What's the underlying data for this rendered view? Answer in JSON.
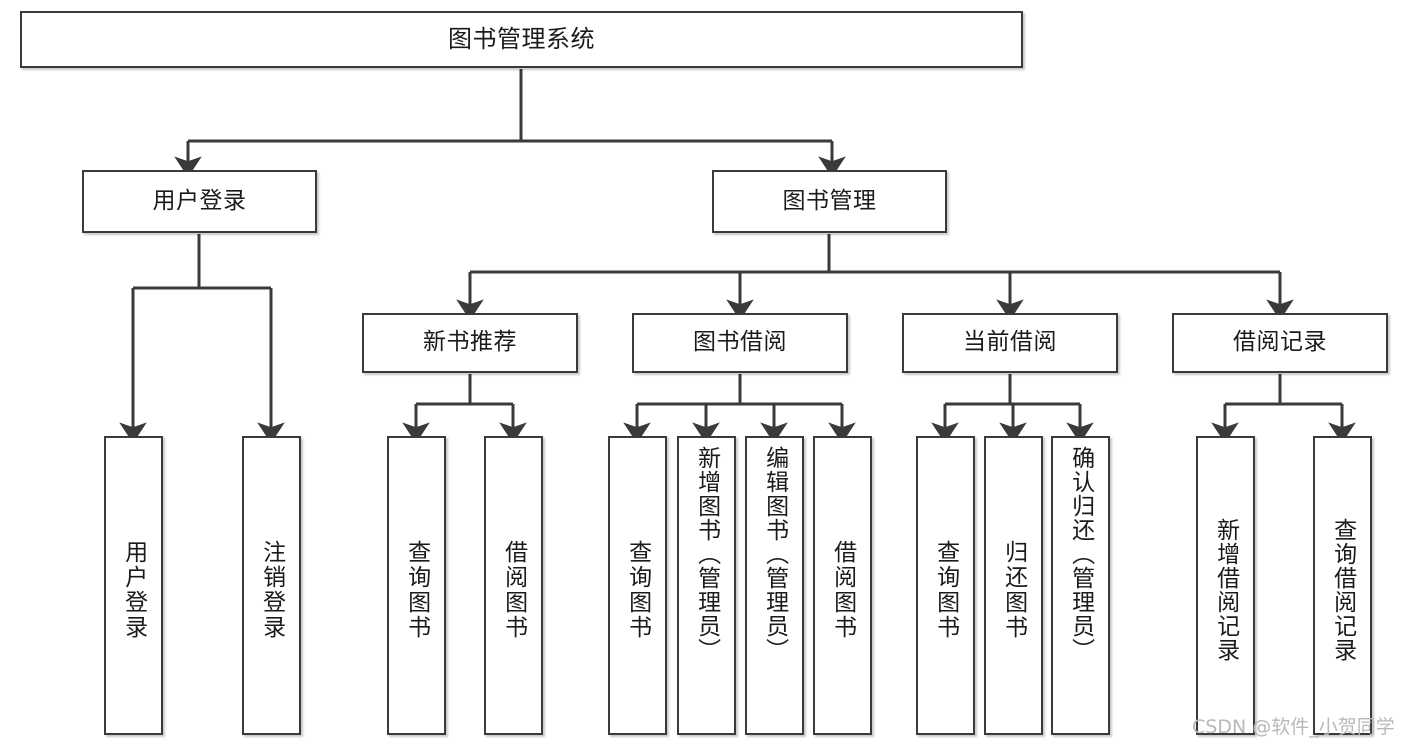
{
  "diagram": {
    "title": "图书管理系统",
    "type": "tree-hierarchy",
    "root": {
      "id": "root",
      "label": "图书管理系统"
    },
    "level2": [
      {
        "id": "user-login",
        "label": "用户登录"
      },
      {
        "id": "book-manage",
        "label": "图书管理"
      }
    ],
    "level3": [
      {
        "id": "new-book-recommend",
        "label": "新书推荐",
        "parent": "book-manage"
      },
      {
        "id": "book-borrow",
        "label": "图书借阅",
        "parent": "book-manage"
      },
      {
        "id": "current-borrow",
        "label": "当前借阅",
        "parent": "book-manage"
      },
      {
        "id": "borrow-record",
        "label": "借阅记录",
        "parent": "book-manage"
      }
    ],
    "leaves": [
      {
        "id": "leaf-user-login",
        "label": "用户登录",
        "parent": "user-login"
      },
      {
        "id": "leaf-logout-login",
        "label": "注销登录",
        "parent": "user-login"
      },
      {
        "id": "leaf-query-book-1",
        "label": "查询图书",
        "parent": "new-book-recommend"
      },
      {
        "id": "leaf-borrow-book-1",
        "label": "借阅图书",
        "parent": "new-book-recommend"
      },
      {
        "id": "leaf-query-book-2",
        "label": "查询图书",
        "parent": "book-borrow"
      },
      {
        "id": "leaf-add-book",
        "label": "新增图书（管理员）",
        "parent": "book-borrow"
      },
      {
        "id": "leaf-edit-book",
        "label": "编辑图书（管理员）",
        "parent": "book-borrow"
      },
      {
        "id": "leaf-borrow-book-2",
        "label": "借阅图书",
        "parent": "book-borrow"
      },
      {
        "id": "leaf-query-book-3",
        "label": "查询图书",
        "parent": "current-borrow"
      },
      {
        "id": "leaf-return-book",
        "label": "归还图书",
        "parent": "current-borrow"
      },
      {
        "id": "leaf-confirm-return",
        "label": "确认归还（管理员）",
        "parent": "current-borrow"
      },
      {
        "id": "leaf-add-record",
        "label": "新增借阅记录",
        "parent": "borrow-record"
      },
      {
        "id": "leaf-query-record",
        "label": "查询借阅记录",
        "parent": "borrow-record"
      }
    ],
    "watermark": "CSDN @软件_小贺同学",
    "colors": {
      "background": "#ffffff",
      "box_border": "#3a3a3a",
      "box_fill": "#ffffff",
      "connector": "#3a3a3a",
      "text": "#1b1b1b",
      "watermark": "#b9b9b9"
    }
  }
}
